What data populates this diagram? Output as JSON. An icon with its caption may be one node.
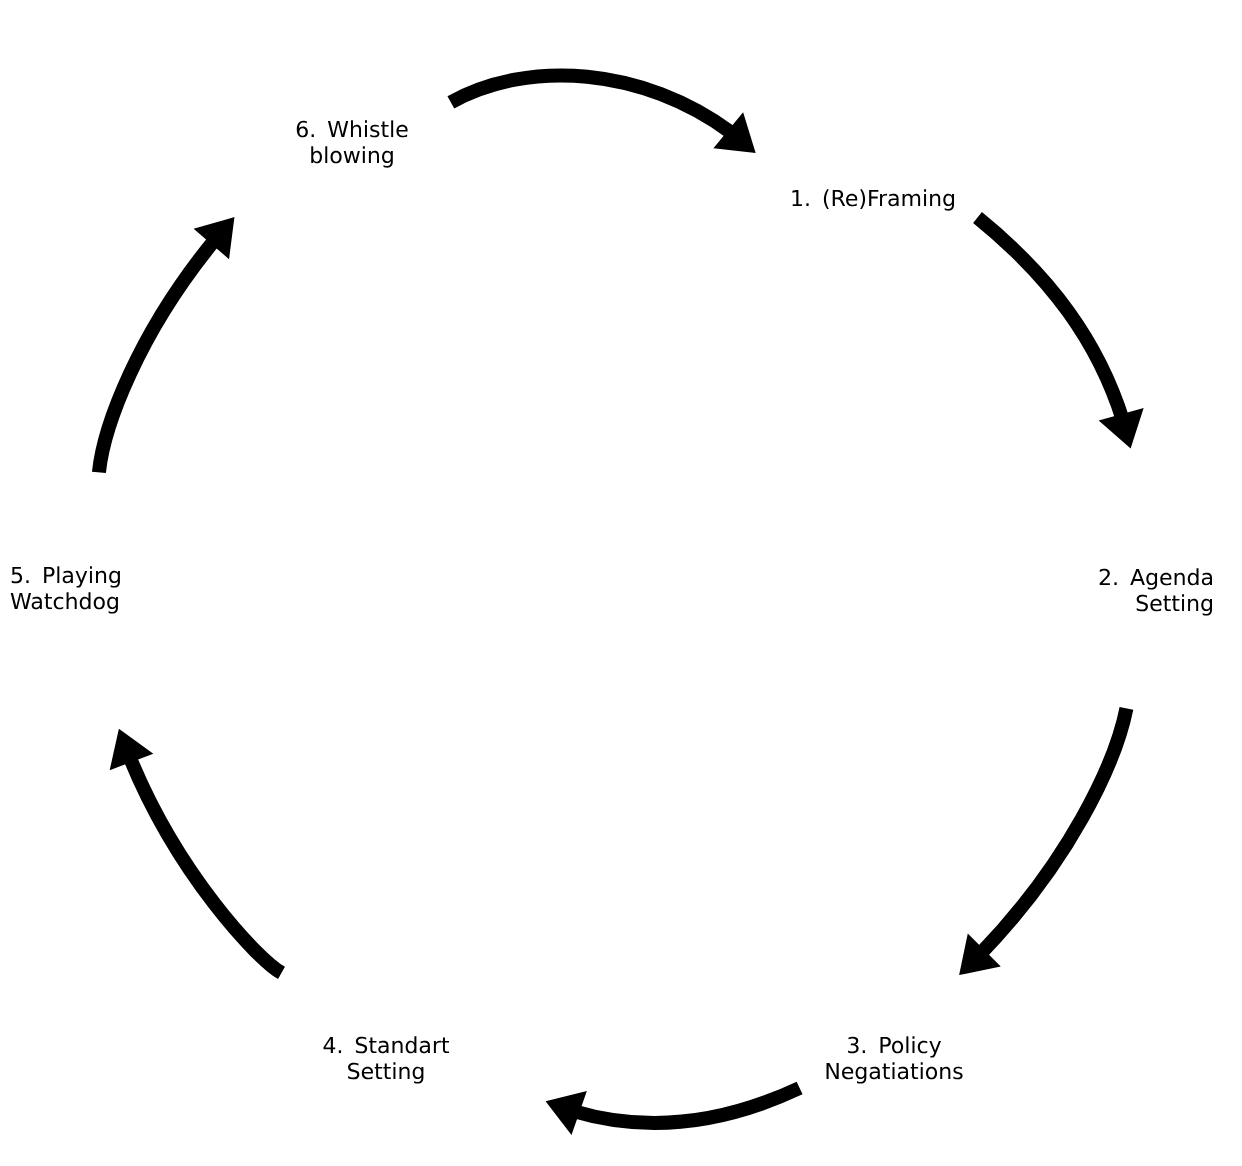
{
  "diagram": {
    "nodes": [
      {
        "text": [
          "1. (Re)Framing"
        ]
      },
      {
        "text": [
          "2. Agenda Setting"
        ]
      },
      {
        "text": [
          "3. Policy Negatiations"
        ]
      },
      {
        "text": [
          "4. Standart Setting"
        ]
      },
      {
        "text": [
          "5. Playing Watchdog"
        ]
      },
      {
        "text": [
          "6. Whistle blowing"
        ]
      }
    ],
    "edges": [
      {
        "from": 5,
        "to": 0,
        "arrow": "to"
      },
      {
        "from": 0,
        "to": 1,
        "arrow": "to"
      },
      {
        "from": 1,
        "to": 2,
        "arrow": "to"
      },
      {
        "from": 2,
        "to": 3,
        "arrow": "to"
      },
      {
        "from": 3,
        "to": 4,
        "arrow": "to"
      },
      {
        "from": 4,
        "to": 5,
        "arrow": "to"
      }
    ]
  }
}
